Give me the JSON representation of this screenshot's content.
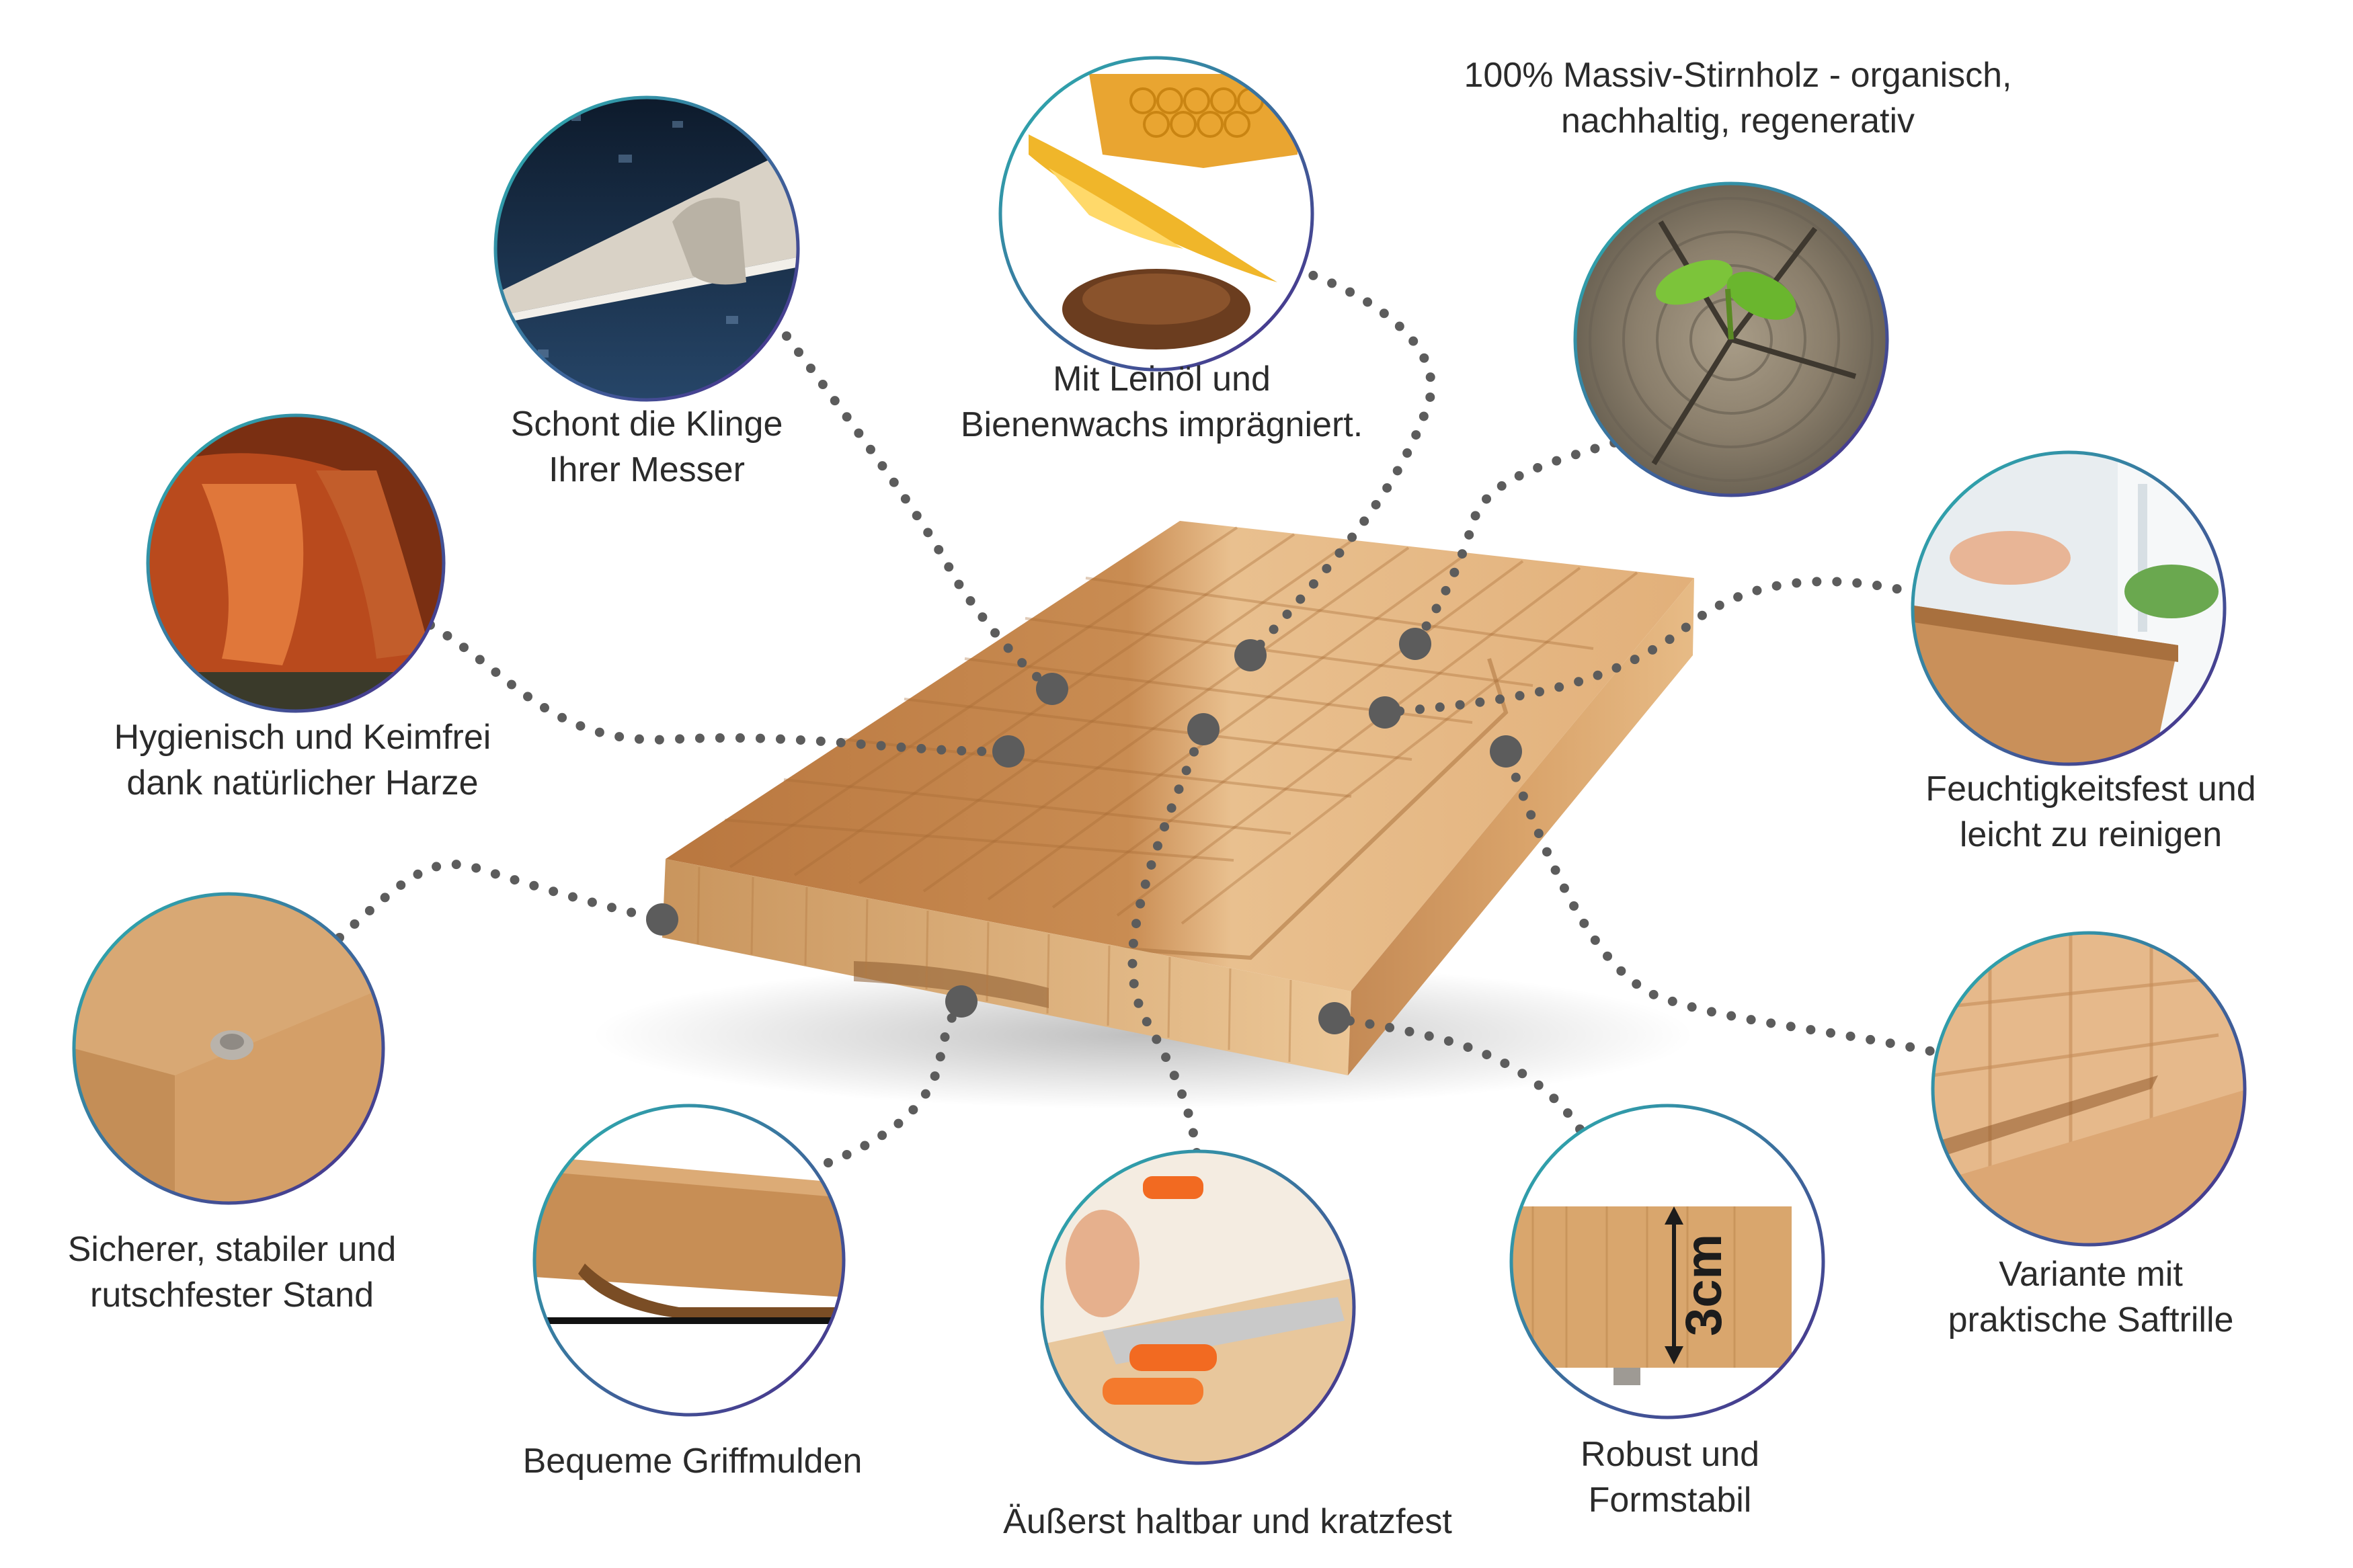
{
  "features": [
    {
      "id": "hygienic",
      "lines": [
        "Hygienisch und Keimfrei",
        "dank natürlicher Harze"
      ]
    },
    {
      "id": "knife",
      "lines": [
        "Schont die Klinge",
        "Ihrer Messer"
      ]
    },
    {
      "id": "oil",
      "lines": [
        "Mit Leinöl und",
        "Bienenwachs imprägniert."
      ]
    },
    {
      "id": "wood",
      "lines": [
        "100% Massiv-Stirnholz - organisch,",
        "nachhaltig, regenerativ"
      ]
    },
    {
      "id": "moisture",
      "lines": [
        "Feuchtigkeitsfest und",
        "leicht zu reinigen"
      ]
    },
    {
      "id": "stand",
      "lines": [
        "Sicherer, stabiler und",
        "rutschfester Stand"
      ]
    },
    {
      "id": "handles",
      "lines": [
        "Bequeme Griffmulden"
      ]
    },
    {
      "id": "durable",
      "lines": [
        "Äußerst haltbar und kratzfest"
      ]
    },
    {
      "id": "robust",
      "lines": [
        "Robust und",
        "Formstabil"
      ]
    },
    {
      "id": "juicegroove",
      "lines": [
        "Variante mit",
        "praktische Saftrille"
      ]
    }
  ],
  "thickness_label": "3cm",
  "colors": {
    "ring_start": "#2bb3b0",
    "ring_end": "#4b2a8a",
    "dots": "#5c5c5c",
    "wood_light": "#e9b98a",
    "wood_dark": "#b9773f"
  }
}
